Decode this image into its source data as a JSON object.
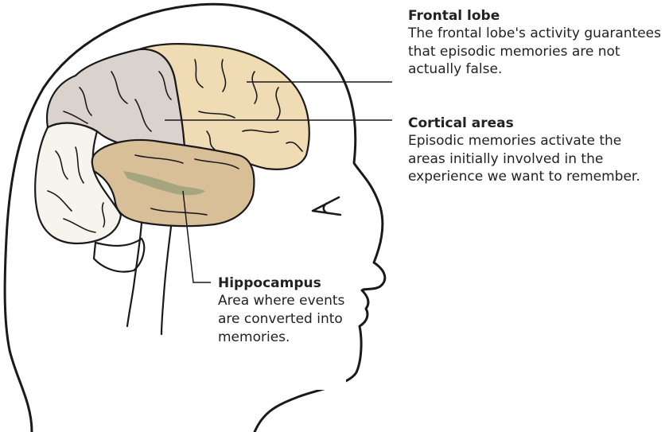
{
  "labels": {
    "frontal_lobe": {
      "title": "Frontal lobe",
      "description": "The frontal lobe's activity guarantees that episodic memories are not actually false."
    },
    "cortical_areas": {
      "title": "Cortical areas",
      "description": "Episodic memories activate the areas initially involved in the experience we want to remember."
    },
    "hippocampus": {
      "title": "Hippocampus",
      "description": "Area where events are converted into memories."
    }
  },
  "colors": {
    "frontal_lobe": "#efdcb4",
    "parietal": "#dad2cc",
    "occipital": "#f7f4ee",
    "temporal": "#d9bf97",
    "hippocampus": "#9ea27c",
    "outline": "#1a1a1a"
  }
}
